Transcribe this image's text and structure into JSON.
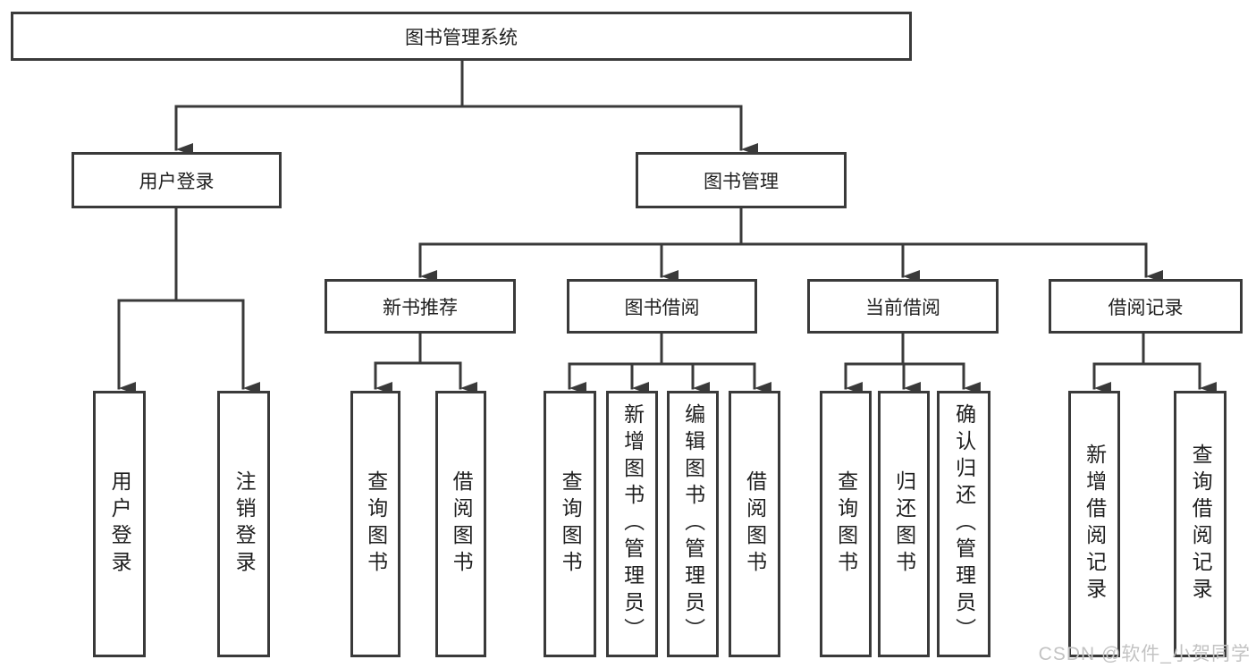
{
  "diagram_type": "hierarchy-tree",
  "colors": {
    "line": "#3a3a3a",
    "text": "#1f1f1f",
    "background": "#ffffff",
    "watermark_text_color": "#c3c3c3"
  },
  "tree": {
    "label": "图书管理系统",
    "children": [
      {
        "label": "用户登录",
        "children": [
          {
            "label": "用户登录"
          },
          {
            "label": "注销登录"
          }
        ]
      },
      {
        "label": "图书管理",
        "children": [
          {
            "label": "新书推荐",
            "children": [
              {
                "label": "查询图书"
              },
              {
                "label": "借阅图书"
              }
            ]
          },
          {
            "label": "图书借阅",
            "children": [
              {
                "label": "查询图书"
              },
              {
                "label": "新增图书（管理员）"
              },
              {
                "label": "编辑图书（管理员）"
              },
              {
                "label": "借阅图书"
              }
            ]
          },
          {
            "label": "当前借阅",
            "children": [
              {
                "label": "查询图书"
              },
              {
                "label": "归还图书"
              },
              {
                "label": "确认归还（管理员）"
              }
            ]
          },
          {
            "label": "借阅记录",
            "children": [
              {
                "label": "新增借阅记录"
              },
              {
                "label": "查询借阅记录"
              }
            ]
          }
        ]
      }
    ]
  },
  "watermark": {
    "text": "CSDN @软件_小贺同学"
  }
}
